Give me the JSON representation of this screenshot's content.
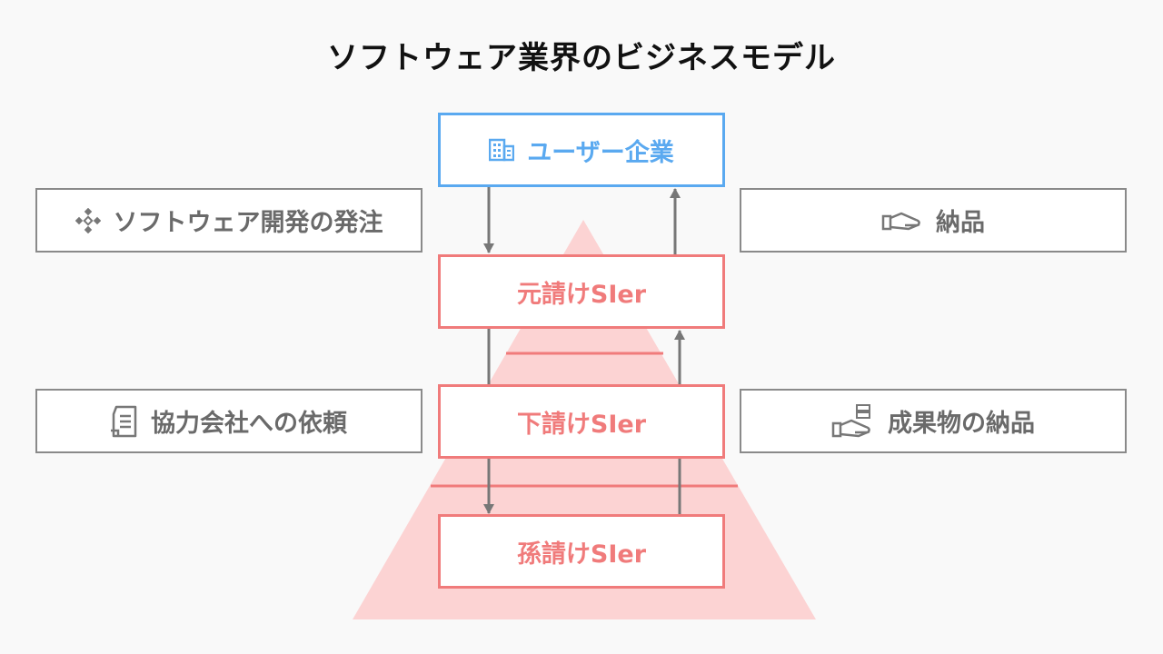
{
  "title": "ソフトウェア業界のビジネスモデル",
  "user": {
    "label": "ユーザー企業",
    "icon": "building-icon"
  },
  "tiers": [
    {
      "label": "元請けSIer"
    },
    {
      "label": "下請けSIer"
    },
    {
      "label": "孫請けSIer"
    }
  ],
  "notes": {
    "order": {
      "label": "ソフトウェア開発の発注",
      "icon": "diamond-dots-icon"
    },
    "delivery": {
      "label": "納品",
      "icon": "hand-icon"
    },
    "request": {
      "label": "協力会社への依頼",
      "icon": "document-icon"
    },
    "deliverables": {
      "label": "成果物の納品",
      "icon": "hand-with-boxes-icon"
    }
  },
  "colors": {
    "user": "#5aa9f0",
    "tier": "#f07b7b",
    "pyramid": "#fcd3d3",
    "arrow": "#777777",
    "note_border": "#8a8a8a",
    "note_text": "#6a6a6a"
  }
}
